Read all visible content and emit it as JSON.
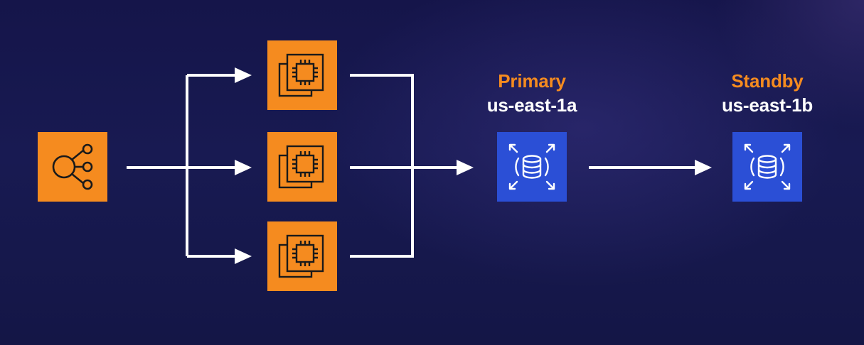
{
  "colors": {
    "background": "#171a4e",
    "aws_orange": "#f58b1f",
    "db_blue": "#2b4fd6",
    "connector": "#ffffff"
  },
  "nodes": {
    "load_balancer": {
      "icon": "load-balancer-icon"
    },
    "instances": [
      {
        "icon": "ec2-instance-icon"
      },
      {
        "icon": "ec2-instance-icon"
      },
      {
        "icon": "ec2-instance-icon"
      }
    ],
    "primary_db": {
      "icon": "rds-database-icon",
      "role": "Primary",
      "zone": "us-east-1a"
    },
    "standby_db": {
      "icon": "rds-database-icon",
      "role": "Standby",
      "zone": "us-east-1b"
    }
  }
}
